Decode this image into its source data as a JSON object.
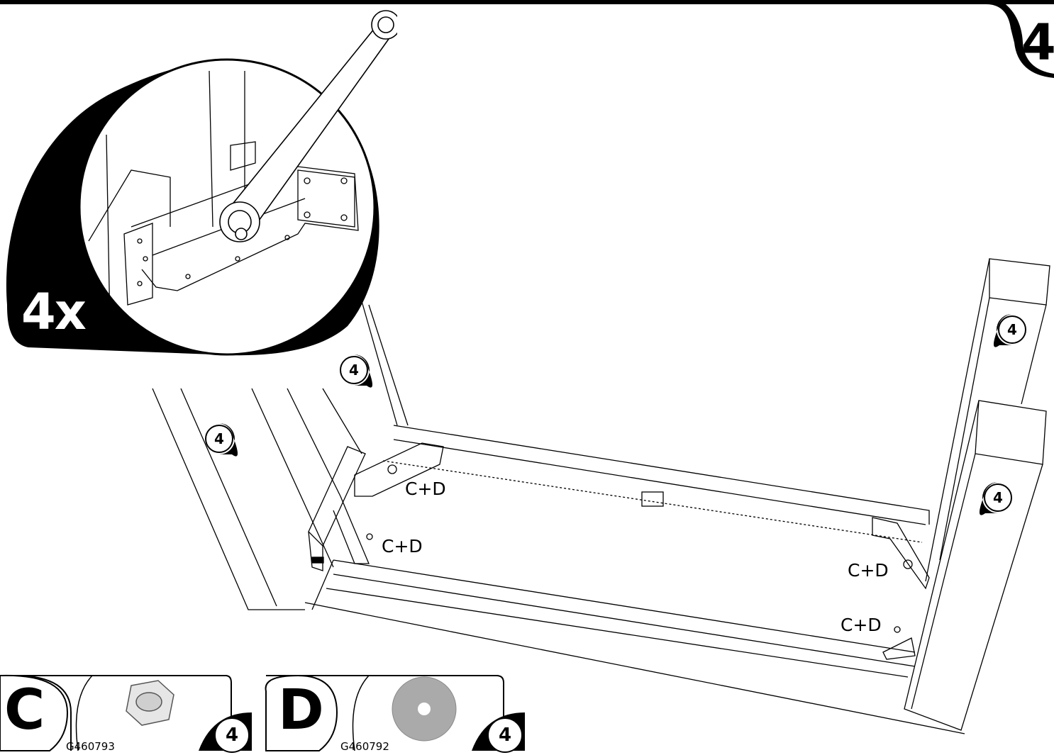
{
  "step": {
    "number": "4"
  },
  "detail": {
    "multiplier": "4x"
  },
  "callouts": [
    {
      "text": "C+D"
    },
    {
      "text": "C+D"
    },
    {
      "text": "C+D"
    },
    {
      "text": "C+D"
    }
  ],
  "badges": [
    "4",
    "4",
    "4",
    "4"
  ],
  "parts": [
    {
      "letter": "C",
      "code": "G460793",
      "quantity": "4",
      "icon": "hex-nut-icon"
    },
    {
      "letter": "D",
      "code": "G460792",
      "quantity": "4",
      "icon": "washer-icon"
    }
  ]
}
